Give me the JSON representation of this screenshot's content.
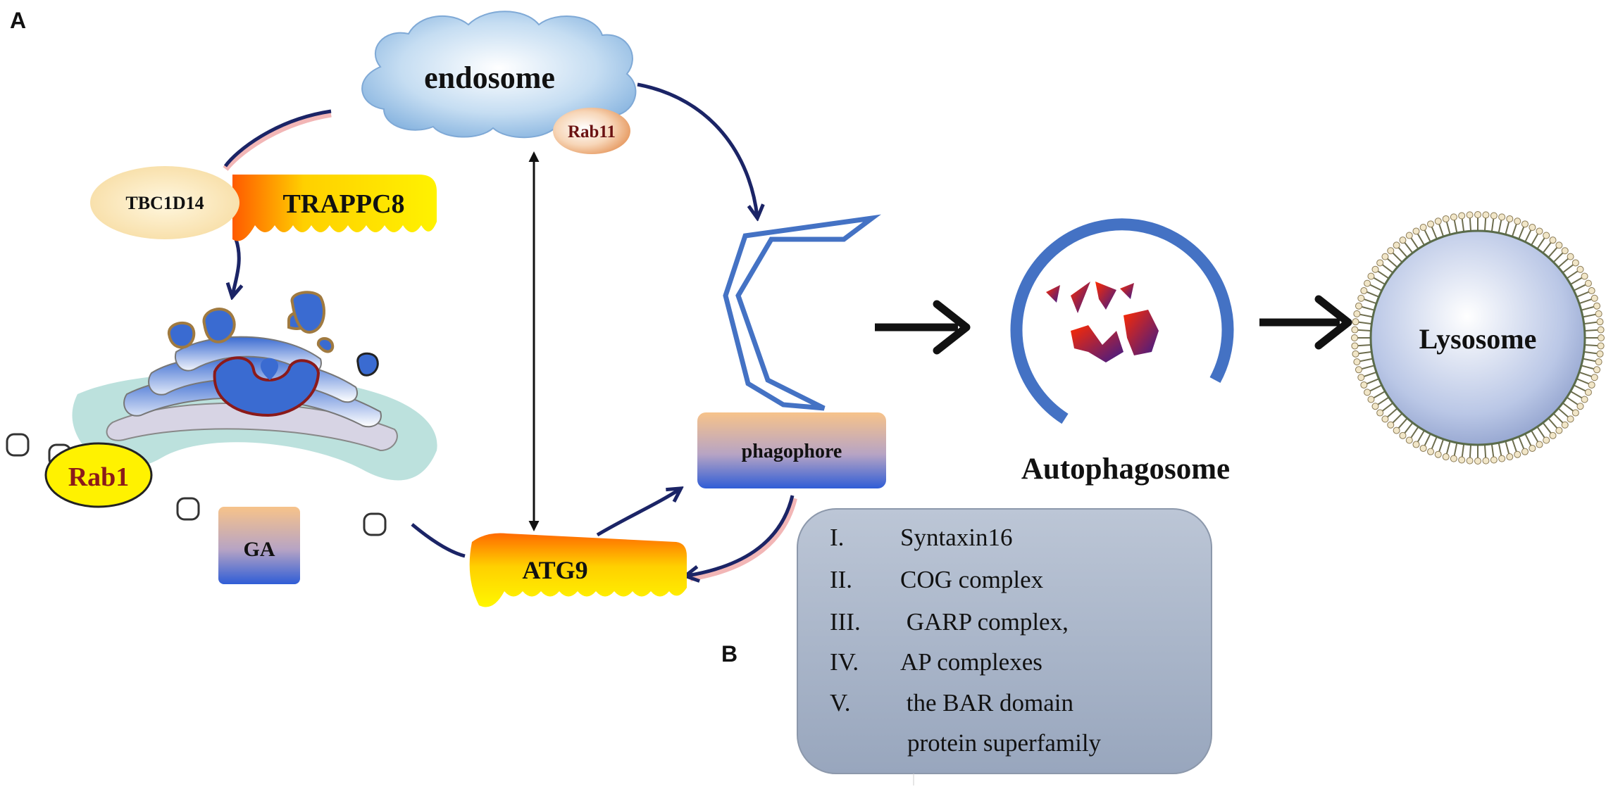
{
  "panels": {
    "a": "A",
    "b": "B"
  },
  "labels": {
    "endosome": "endosome",
    "rab11": "Rab11",
    "tbc1d14": "TBC1D14",
    "trappc8": "TRAPPC8",
    "rab1": "Rab1",
    "ga": "GA",
    "atg9": "ATG9",
    "phagophore": "phagophore",
    "autophagosome": "Autophagosome",
    "lysosome": "Lysosome"
  },
  "factor_list": [
    {
      "num": "I.",
      "text": "Syntaxin16"
    },
    {
      "num": "II.",
      "text": "COG complex"
    },
    {
      "num": "III.",
      "text": " GARP complex,"
    },
    {
      "num": "IV.",
      "text": "AP complexes"
    },
    {
      "num": "V.",
      "text": " the BAR domain",
      "text2": "protein superfamily"
    }
  ],
  "colors": {
    "arrow_navy": "#1b2466",
    "membrane_blue": "#4472c4",
    "yellow": "#ffe000",
    "orange": "#ff6a00",
    "rab1_fill": "#fff200",
    "rab1_text": "#8b1a1a",
    "list_box": "#a9b5c8"
  }
}
